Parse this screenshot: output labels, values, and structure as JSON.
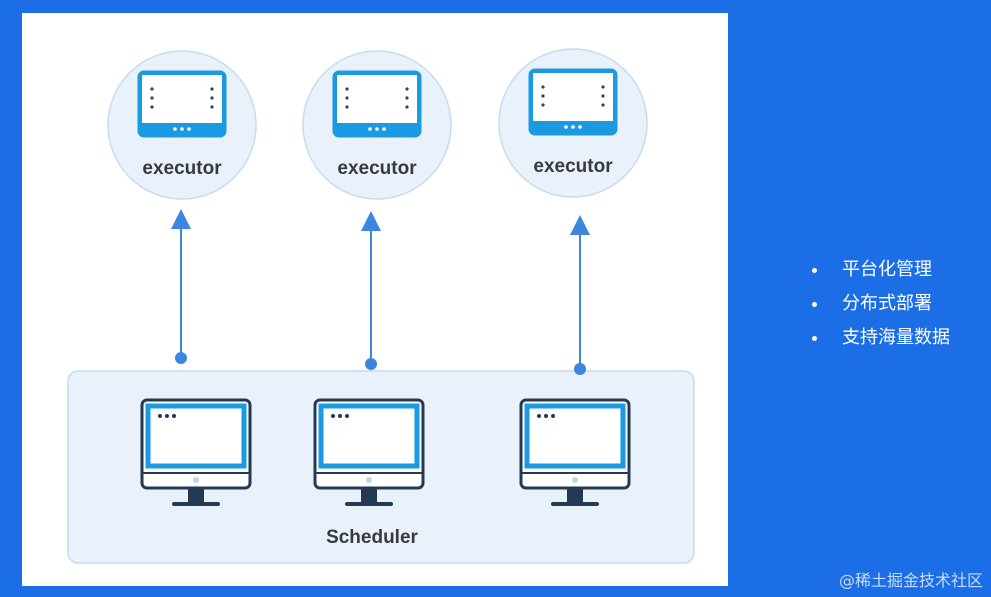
{
  "diagram": {
    "executor_label": "executor",
    "scheduler_label": "Scheduler",
    "executors": [
      {
        "label": "executor"
      },
      {
        "label": "executor"
      },
      {
        "label": "executor"
      }
    ],
    "colors": {
      "accent": "#1a9ae0",
      "node_fill": "#e9f1fb",
      "node_stroke": "#c7dbf2",
      "arrow": "#3d86e0",
      "text": "#3a3a3a",
      "page_bg": "#1c6ee6"
    }
  },
  "features": [
    "平台化管理",
    "分布式部署",
    "支持海量数据"
  ],
  "credit": "@稀土掘金技术社区"
}
